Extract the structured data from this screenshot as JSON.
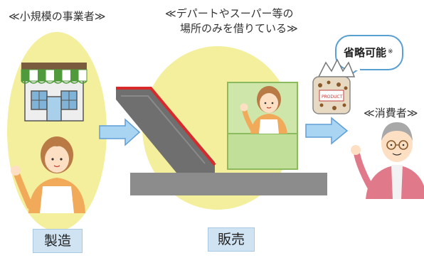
{
  "labels": {
    "small_business": "≪小規模の事業者≫",
    "department_line1": "≪デパートやスーパー等の",
    "department_line2": "場所のみを借りている≫",
    "consumer": "≪消費者≫",
    "bubble_text": "省略可能",
    "bubble_mark": "※",
    "package_label": "PRODUCT",
    "manufacture": "製造",
    "sales": "販売"
  },
  "colors": {
    "oval_yellow": "#f3ef9c",
    "box_green": "#c2df99",
    "box_green_border": "#8cba5e",
    "arrow_blue": "#a9d4f2",
    "arrow_blue_border": "#5f9ed6",
    "escalator_gray": "#6f6f6f",
    "floor_gray": "#8c8c8c",
    "handrail_red": "#d9292b",
    "awning_green": "#4f9a3a",
    "bubble_border": "#5a9fd2"
  }
}
